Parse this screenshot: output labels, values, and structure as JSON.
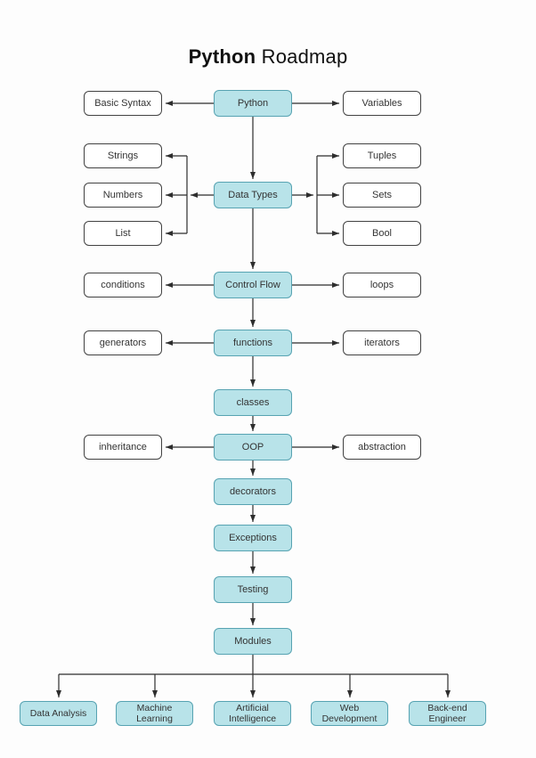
{
  "title": {
    "bold": "Python",
    "regular": " Roadmap"
  },
  "colors": {
    "node_fill": "#b8e3e9",
    "node_border": "#57a3b2",
    "side_fill": "#ffffff",
    "side_border": "#424242",
    "line": "#2d2d2d",
    "text": "#333333",
    "bg": "#fdfdfd"
  },
  "nodes": {
    "python": {
      "label": "Python"
    },
    "basic_syntax": {
      "label": "Basic Syntax"
    },
    "variables": {
      "label": "Variables"
    },
    "data_types": {
      "label": "Data Types"
    },
    "strings": {
      "label": "Strings"
    },
    "numbers": {
      "label": "Numbers"
    },
    "list": {
      "label": "List"
    },
    "tuples": {
      "label": "Tuples"
    },
    "sets": {
      "label": "Sets"
    },
    "bool": {
      "label": "Bool"
    },
    "control_flow": {
      "label": "Control Flow"
    },
    "conditions": {
      "label": "conditions"
    },
    "loops": {
      "label": "loops"
    },
    "functions": {
      "label": "functions"
    },
    "generators": {
      "label": "generators"
    },
    "iterators": {
      "label": "iterators"
    },
    "classes": {
      "label": "classes"
    },
    "oop": {
      "label": "OOP"
    },
    "inheritance": {
      "label": "inheritance"
    },
    "abstraction": {
      "label": "abstraction"
    },
    "decorators": {
      "label": "decorators"
    },
    "exceptions": {
      "label": "Exceptions"
    },
    "testing": {
      "label": "Testing"
    },
    "modules": {
      "label": "Modules"
    },
    "data_analysis": {
      "label": "Data Analysis"
    },
    "machine_learning": {
      "label": "Machine Learning"
    },
    "artificial_intelligence": {
      "label": "Artificial Intelligence"
    },
    "web_development": {
      "label": "Web Development"
    },
    "backend_engineer": {
      "label": "Back-end Engineer"
    }
  }
}
